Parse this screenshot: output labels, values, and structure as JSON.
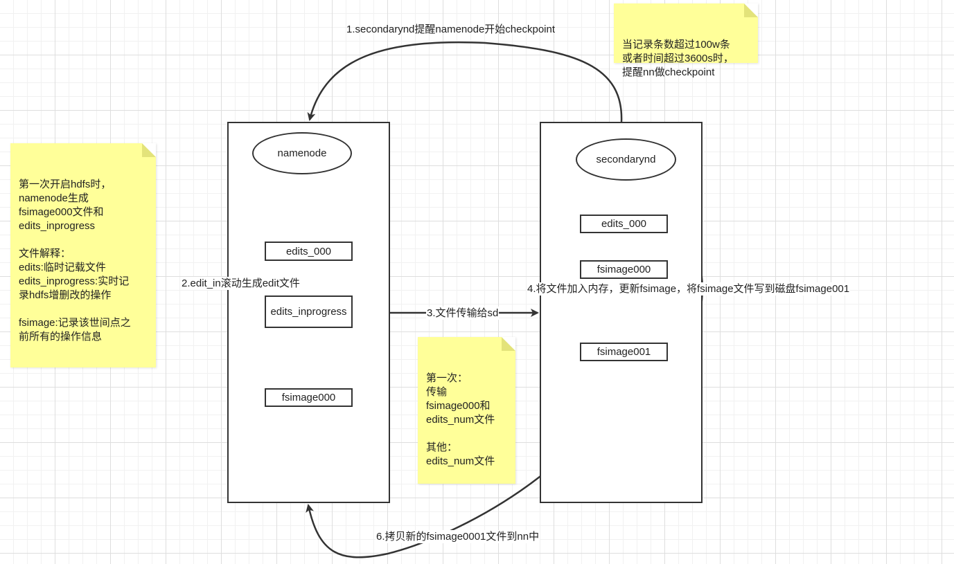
{
  "colors": {
    "note": "#ffff99",
    "stroke": "#333333",
    "grid": "#dedede"
  },
  "nodes": {
    "namenode": {
      "title": "namenode",
      "files": [
        "edits_000",
        "edits_inprogress",
        "fsimage000"
      ]
    },
    "secondarynd": {
      "title": "secondarynd",
      "files": [
        "edits_000",
        "fsimage000",
        "fsimage001"
      ]
    }
  },
  "edges": {
    "step1": "1.secondarynd提醒namenode开始checkpoint",
    "step2": "2.edit_in滚动生成edit文件",
    "step3": "3.文件传输给sd",
    "step4": "4.将文件加入内存，更新fsimage，将fsimage文件写到磁盘fsimage001",
    "step6": "6.拷贝新的fsimage0001文件到nn中"
  },
  "notes": {
    "trigger": "当记录条数超过100w条\n或者时间超过3600s时，\n提醒nn做checkpoint",
    "left": "第一次开启hdfs时，\nnamenode生成\nfsimage000文件和\nedits_inprogress\n\n文件解释：\nedits:临时记载文件\nedits_inprogress:实时记\n录hdfs增删改的操作\n\nfsimage:记录该世间点之\n前所有的操作信息",
    "transfer": "第一次：\n传输\nfsimage000和\nedits_num文件\n\n其他：\nedits_num文件"
  }
}
